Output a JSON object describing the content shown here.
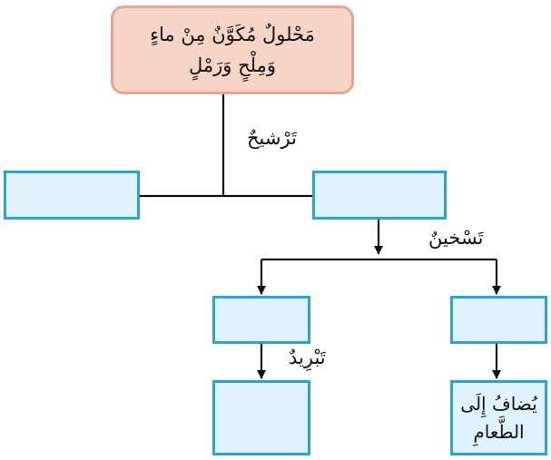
{
  "nodes": {
    "mixture": {
      "line1": "مَحْلولٌ مُكَوَّنٌ مِنْ ماءٍ",
      "line2": "وَمِلْحٍ وَرَمْلٍ"
    },
    "added": {
      "line1": "يُضافُ إِلَى",
      "line2": "الطَّعامِ"
    }
  },
  "labels": {
    "filtration": "تَرْشيحٌ",
    "heating": "تَسْخينٌ",
    "cooling": "تَبْرِيدٌ"
  },
  "colors": {
    "box_fill": "#dff2fd",
    "box_border": "#27a4dd",
    "top_fill": "#f6d5c7",
    "top_border": "#e8a395",
    "line": "#111111"
  }
}
